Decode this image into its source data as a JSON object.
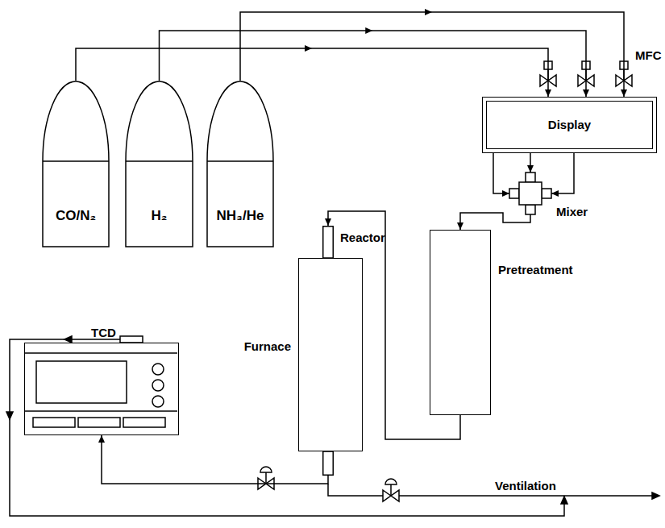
{
  "diagram": {
    "nodes": [
      {
        "text": [
          "CO/N₂"
        ]
      },
      {
        "text": [
          "H₂"
        ]
      },
      {
        "text": [
          "NH₃/He"
        ]
      },
      {
        "text": [
          "Display"
        ]
      },
      {
        "text": [
          "Mixer"
        ]
      },
      {
        "text": [
          "Pretreatment"
        ]
      },
      {
        "text": [
          "Reactor"
        ]
      },
      {
        "text": [
          "Furnace"
        ]
      },
      {
        "text": [
          "TCD"
        ]
      }
    ],
    "edges": [
      {
        "from": 0,
        "to": 3,
        "arrow": "to"
      },
      {
        "from": 1,
        "to": 3,
        "arrow": "to"
      },
      {
        "from": 2,
        "to": 3,
        "arrow": "to"
      },
      {
        "from": 3,
        "to": 4,
        "arrow": "to"
      },
      {
        "from": 4,
        "to": 5,
        "arrow": "to"
      },
      {
        "from": 5,
        "to": 6,
        "arrow": "to"
      },
      {
        "from": 6,
        "to": 8,
        "arrow": "to"
      }
    ],
    "labels": [
      "MFC",
      "Ventilation"
    ]
  }
}
